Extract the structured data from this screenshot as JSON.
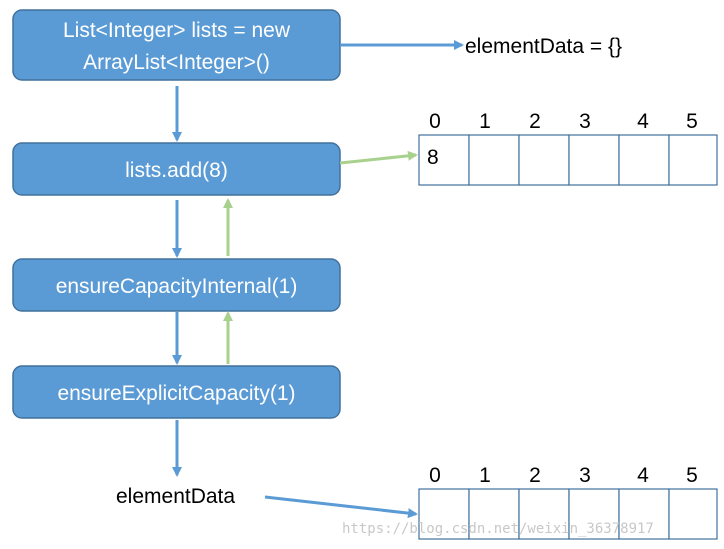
{
  "colors": {
    "box_fill": "#5b9bd5",
    "box_stroke": "#41719c",
    "arrow_blue": "#5b9bd5",
    "arrow_green": "#a9d18e",
    "cell_stroke": "#41719c"
  },
  "boxes": {
    "declare": {
      "line1": "List<Integer> lists = new",
      "line2": "ArrayList<Integer>()"
    },
    "add": {
      "label": "lists.add(8)"
    },
    "ensure_internal": {
      "label": "ensureCapacityInternal(1)"
    },
    "ensure_explicit": {
      "label": "ensureExplicitCapacity(1)"
    }
  },
  "labels": {
    "element_data_empty": "elementData = {}",
    "element_data": "elementData"
  },
  "top_array": {
    "indices": [
      "0",
      "1",
      "2",
      "3",
      "4",
      "5"
    ],
    "cells": [
      "8",
      "",
      "",
      "",
      "",
      ""
    ]
  },
  "bottom_array": {
    "indices": [
      "0",
      "1",
      "2",
      "3",
      "4",
      "5"
    ],
    "cells": [
      "",
      "",
      "",
      "",
      "",
      ""
    ]
  },
  "watermark": "https://blog.csdn.net/weixin_36378917"
}
